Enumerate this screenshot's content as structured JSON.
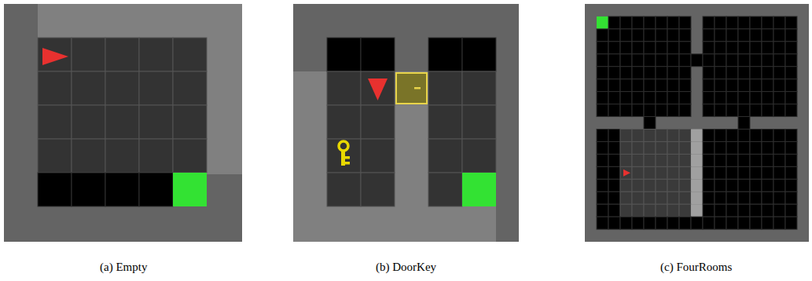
{
  "diagram": {
    "labels": [
      "(a) Empty",
      "(b) DoorKey",
      "(c) FourRooms"
    ]
  }
}
